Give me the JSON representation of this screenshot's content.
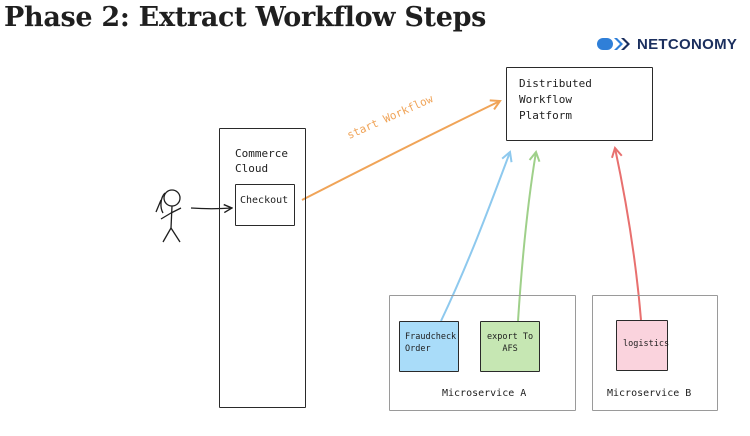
{
  "page": {
    "title": "Phase 2: Extract Workflow Steps",
    "brand": "NETCONOMY"
  },
  "diagram": {
    "platform": "Distributed\nWorkflow\nPlatform",
    "commerce_cloud": "Commerce\nCloud",
    "checkout": "Checkout",
    "start_workflow": "start Workflow",
    "fraudcheck": "Fraudcheck\nOrder",
    "export": "export To\nAFS",
    "logistics": "logistics",
    "microservice_a": "Microservice A",
    "microservice_b": "Microservice B"
  },
  "colors": {
    "start_arrow": "#f0a458",
    "fraud_arrow": "#8ec9ee",
    "export_arrow": "#9fd08a",
    "logistics_arrow": "#e8706f",
    "fraud_fill": "#a9dcf9",
    "export_fill": "#c6e7b3",
    "logistics_fill": "#fad3dd",
    "brand": "#1b2f5e",
    "brand_mark": "#2f7fd8"
  }
}
